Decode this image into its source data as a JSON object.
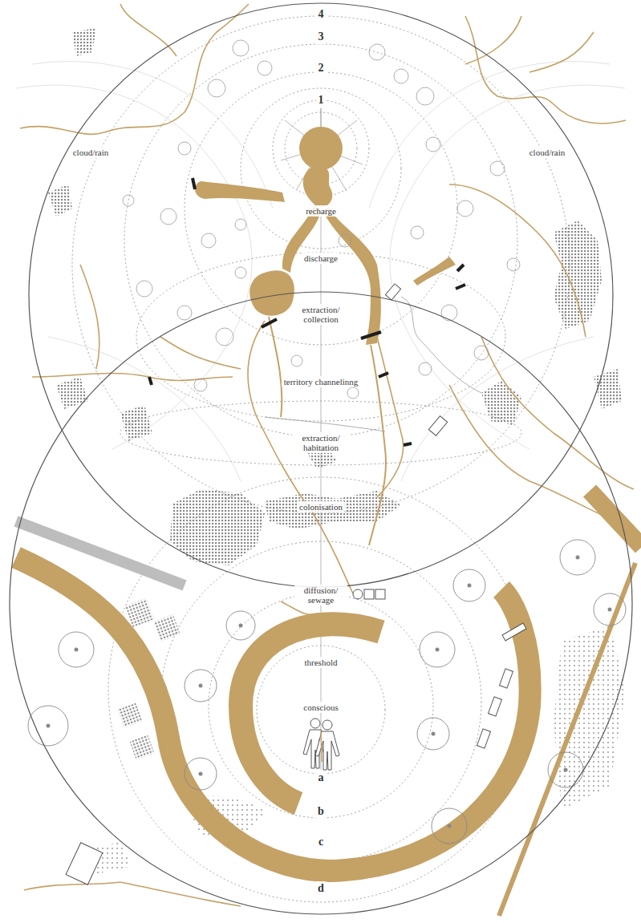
{
  "diagram": {
    "labels": [
      "4",
      "3",
      "2",
      "1",
      "cloud/rain",
      "cloud/rain",
      "recharge",
      "discharge",
      "extraction/ collection",
      "territory channelinng",
      "extraction/ habitation",
      "colonisation",
      "diffusion/ sewage",
      "threshold",
      "conscious",
      "a",
      "b",
      "c",
      "d"
    ]
  }
}
